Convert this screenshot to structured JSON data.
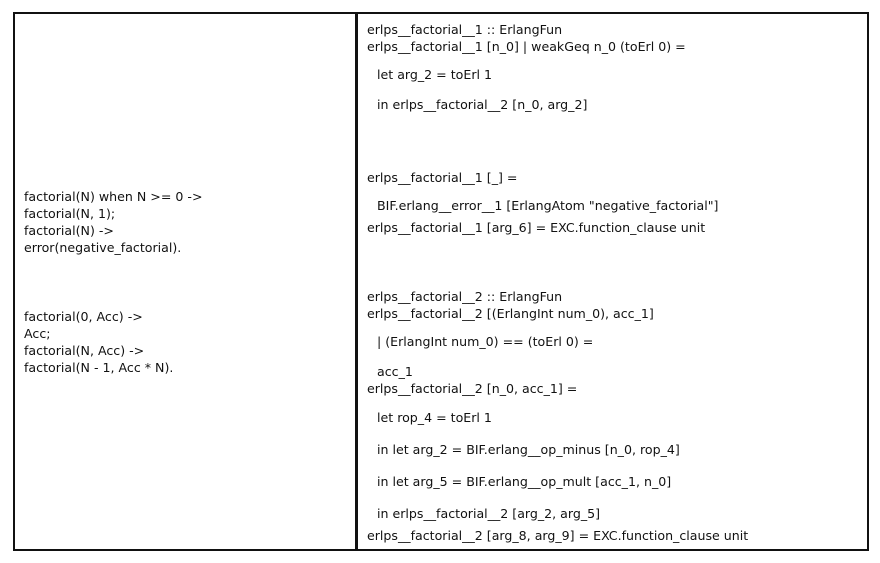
{
  "erlang_source": {
    "factorial_1": [
      "factorial(N) when N >= 0 ->",
      "factorial(N, 1);",
      "factorial(N) ->",
      "error(negative_factorial)."
    ],
    "factorial_2": [
      "factorial(0, Acc) ->",
      "Acc;",
      "factorial(N, Acc) ->",
      "factorial(N - 1, Acc * N)."
    ]
  },
  "purescript_output": {
    "factorial_1_sig": "erlps__factorial__1 :: ErlangFun",
    "factorial_1_clause1_head": "erlps__factorial__1 [n_0] | weakGeq n_0 (toErl 0) =",
    "factorial_1_clause1_let": "let arg_2 = toErl 1",
    "factorial_1_clause1_in": "in erlps__factorial__2 [n_0, arg_2]",
    "factorial_1_clause2_head": "erlps__factorial__1 [_] =",
    "factorial_1_clause2_body": "BIF.erlang__error__1 [ErlangAtom \"negative_factorial\"]",
    "factorial_1_fallback": "erlps__factorial__1 [arg_6] = EXC.function_clause unit",
    "factorial_2_sig": "erlps__factorial__2 :: ErlangFun",
    "factorial_2_clause1_head": "erlps__factorial__2 [(ErlangInt num_0), acc_1]",
    "factorial_2_clause1_guard": "| (ErlangInt num_0) == (toErl 0) =",
    "factorial_2_clause1_body": "acc_1",
    "factorial_2_clause2_head": "erlps__factorial__2 [n_0, acc_1] =",
    "factorial_2_clause2_let": "let rop_4 = toErl 1",
    "factorial_2_clause2_minus": "in let arg_2 = BIF.erlang__op_minus [n_0, rop_4]",
    "factorial_2_clause2_mult": "in let arg_5 = BIF.erlang__op_mult [acc_1, n_0]",
    "factorial_2_clause2_in": "in erlps__factorial__2 [arg_2, arg_5]",
    "factorial_2_fallback": "erlps__factorial__2 [arg_8, arg_9] = EXC.function_clause unit"
  }
}
